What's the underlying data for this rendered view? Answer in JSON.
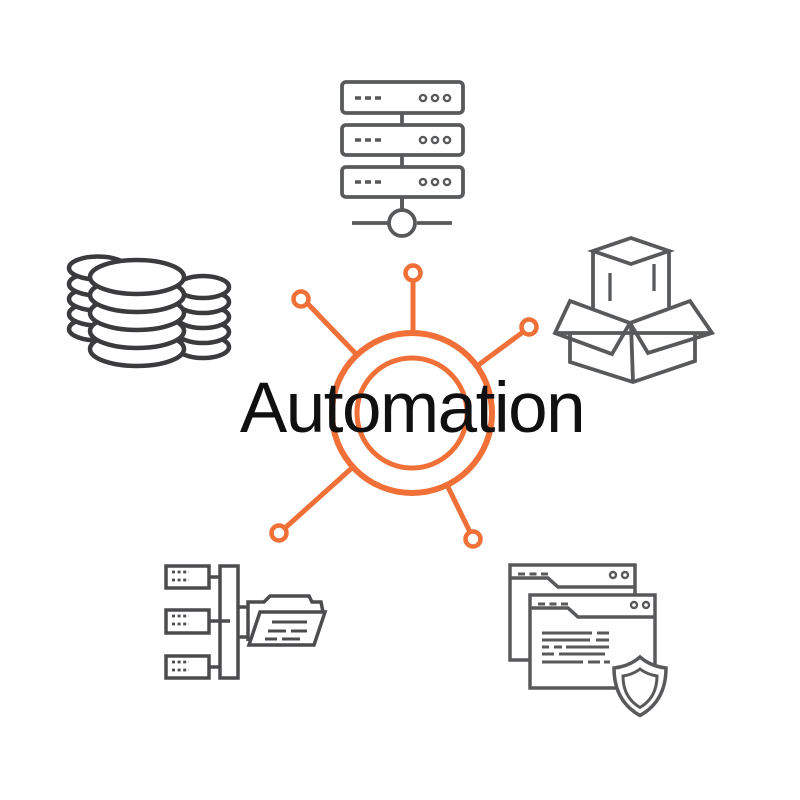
{
  "diagram": {
    "hub": {
      "label": "Automation",
      "spoke_count": 5
    },
    "colors": {
      "accent": "#F07038",
      "icon": "#58595B",
      "icon-dark": "#3B3B3D",
      "icon-mid": "#4C4C4E",
      "text": "#101010",
      "background": "#FFFFFF"
    },
    "icons": [
      {
        "name": "server-stack-icon",
        "position": "top"
      },
      {
        "name": "coin-stacks-icon",
        "position": "top-left"
      },
      {
        "name": "open-box-icon",
        "position": "top-right"
      },
      {
        "name": "folder-tree-icon",
        "position": "bottom-left"
      },
      {
        "name": "secure-browser-windows-icon",
        "position": "bottom-right"
      }
    ]
  }
}
